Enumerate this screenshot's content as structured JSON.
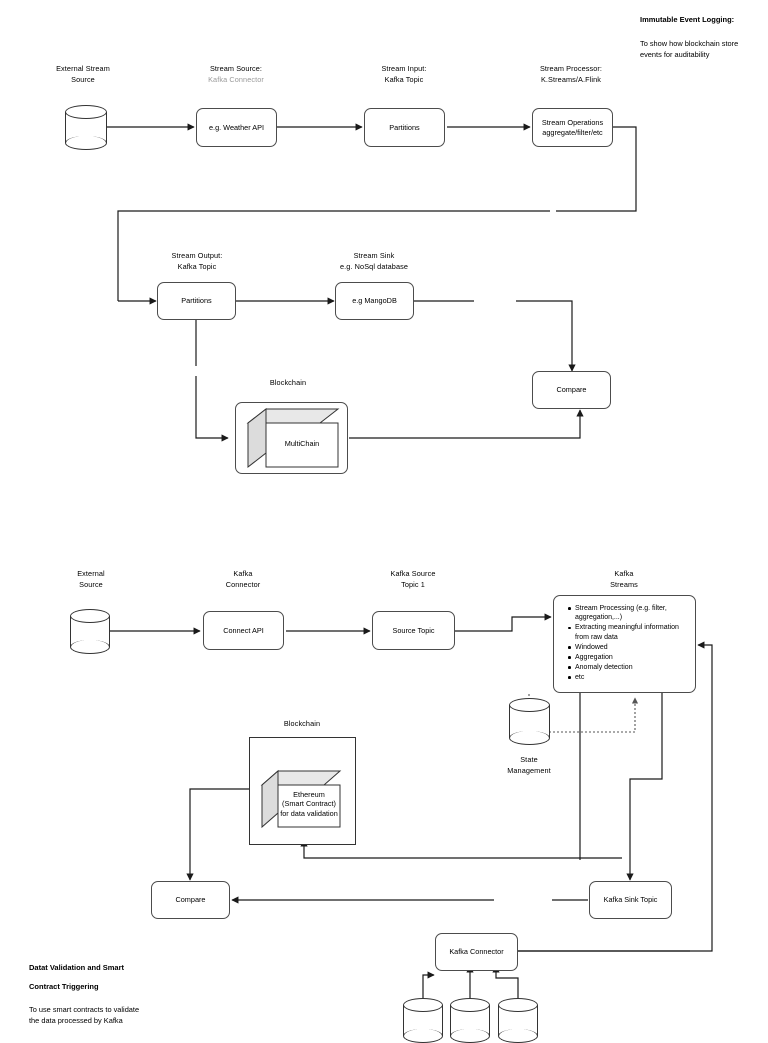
{
  "page": {
    "notes": [
      {
        "id": "note-immutable-title",
        "text": "Immutable Event Logging:",
        "bold": true
      },
      {
        "id": "note-immutable-body",
        "text": "To show how blockchain store\nevents for auditability",
        "bold": false
      },
      {
        "id": "note-validation-title-1",
        "text": "Datat Validation and Smart",
        "bold": true
      },
      {
        "id": "note-validation-title-2",
        "text": "Contract Triggering",
        "bold": true
      },
      {
        "id": "note-validation-body",
        "text": "To use smart contracts to validate\nthe data processed by Kafka",
        "bold": false
      }
    ]
  },
  "diagram1": {
    "name": "Immutable Event Logging pipeline",
    "labels": {
      "external_stream_source": "External Stream\nSource",
      "stream_source_title": "Stream Source:",
      "stream_source_sub": "Kafka Connector",
      "stream_input": "Stream Input:\nKafka Topic",
      "stream_processor": "Stream Processor:\nK.Streams/A.Flink",
      "stream_output": "Stream Output:\nKafka Topic",
      "stream_sink": "Stream Sink\ne.g. NoSql database",
      "blockchain": "Blockchain"
    },
    "nodes": {
      "weather_api": "e.g. Weather API",
      "partitions_in": "Partitions",
      "stream_operations": "Stream Operations\naggregate/filter/etc",
      "partitions_out": "Partitions",
      "mangodb": "e.g MangoDB",
      "multichain": "MultiChain",
      "compare": "Compare"
    }
  },
  "diagram2": {
    "name": "Data Validation and Smart Contract Triggering pipeline",
    "labels": {
      "external_source": "External\nSource",
      "kafka_connector": "Kafka\nConnector",
      "kafka_source_topic": "Kafka Source\nTopic 1",
      "kafka_streams": "Kafka\nStreams",
      "state_management": "State\nManagement",
      "blockchain": "Blockchain"
    },
    "nodes": {
      "connect_api": "Connect API",
      "source_topic": "Source Topic",
      "ethereum": "Ethereum\n(Smart Contract)\nfor data validation",
      "compare": "Compare",
      "kafka_sink_topic": "Kafka Sink Topic",
      "kafka_connector_box": "Kafka Connector"
    },
    "kafka_streams_bullets": [
      "Stream Processing (e.g. filter,\naggregation,...)",
      "Extracting meaningful\ninformation from raw data",
      "Windowed",
      "Aggregation",
      "Anomaly detection",
      "etc"
    ]
  },
  "colors": {
    "stroke": "#4c4c4c",
    "line": "#1a1a1a",
    "grey_text": "#9a9a9a",
    "cube_face": "#ffffff",
    "cube_shade": "#e8e8e8"
  }
}
